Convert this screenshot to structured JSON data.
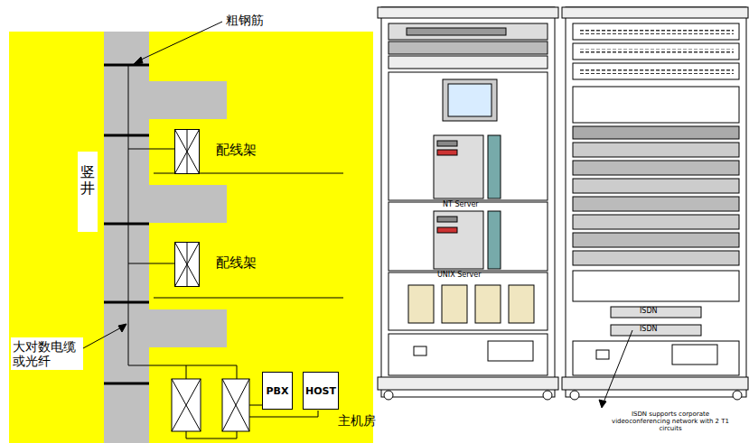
{
  "diagram": {
    "nodes": [
      {
        "text": [
          "配线架"
        ]
      },
      {
        "text": [
          "配线架"
        ]
      },
      {
        "text": [
          "PBX"
        ]
      },
      {
        "text": [
          "HOST"
        ]
      }
    ],
    "labels": [
      "粗钢筋",
      "竖井",
      "大对数电缆 或光纤",
      "主机房",
      "NT Server",
      "UNIX Server",
      "ISDN",
      "ISDN",
      "ISDN supports corporate videoconferencing network with 2 T1 circuits"
    ]
  }
}
